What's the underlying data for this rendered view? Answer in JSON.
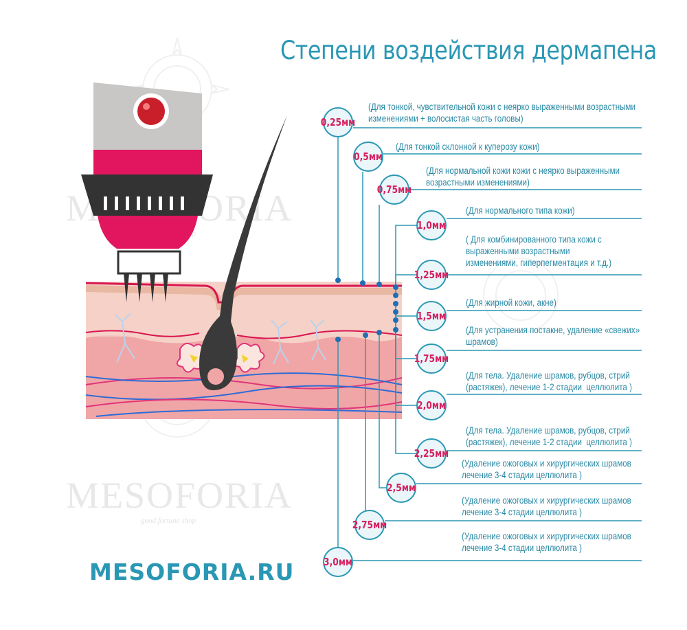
{
  "title": "Степени воздействия дермапена",
  "site": "MESOFORIA.RU",
  "watermark": {
    "brand": "MESOFORIA",
    "tagline": "good fortune shop"
  },
  "colors": {
    "accent": "#2a97b4",
    "depth_label": "#d6215f",
    "pen_body": "#e2165e",
    "pen_light": "#c81f2a"
  },
  "levels": [
    {
      "depth": "0,25мм",
      "description": "(Для тонкой, чувствительной кожи с неярко выраженными возрастными\nизменениями + волосистая часть головы)"
    },
    {
      "depth": "0,5мм",
      "description": "(Для тонкой склонной к куперозу кожи)"
    },
    {
      "depth": "0,75мм",
      "description": "(Для нормальной кожи кожи с неярко выраженными\nвозрастными изменениями)"
    },
    {
      "depth": "1,0мм",
      "description": "(Для нормального типа кожи)"
    },
    {
      "depth": "1,25мм",
      "description": "( Для комбинированного типа кожи с\nвыраженными возрастными\nизменениями, гиперпегментация и т.д.)"
    },
    {
      "depth": "1,5мм",
      "description": "(Для жирной кожи, акне)"
    },
    {
      "depth": "1,75мм",
      "description": "(Для устранения постакне, удаление «свежих»\nшрамов)"
    },
    {
      "depth": "2,0мм",
      "description": "(Для тела. Удаление шрамов, рубцов, стрий\n(растяжек), лечение 1-2 стадии  целлюлита )"
    },
    {
      "depth": "2,25мм",
      "description": "(Для тела. Удаление шрамов, рубцов, стрий\n(растяжек), лечение 1-2 стадии  целлюлита )"
    },
    {
      "depth": "2,5мм",
      "description": "(Удаление ожоговых и хирургических шрамов\nлечение 3-4 стадии целлюлита )"
    },
    {
      "depth": "2,75мм",
      "description": "(Удаление ожоговых и хирургических шрамов\nлечение 3-4 стадии целлюлита )"
    },
    {
      "depth": "3,0мм",
      "description": "(Удаление ожоговых и хирургических шрамов\nлечение 3-4 стадии целлюлита )"
    }
  ]
}
